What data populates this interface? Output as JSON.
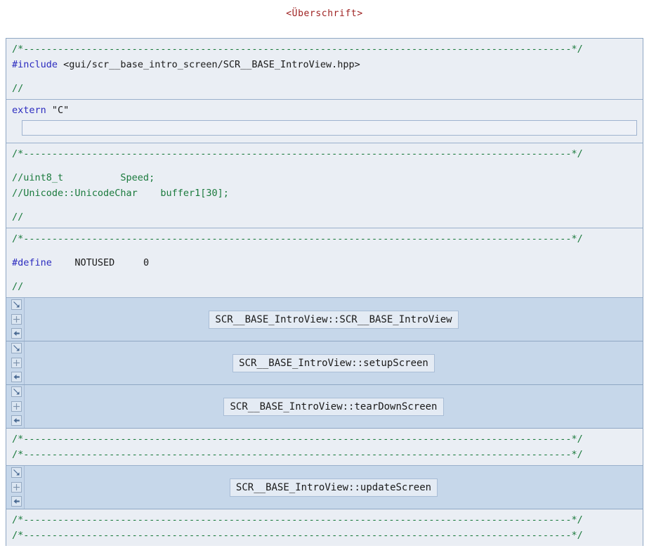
{
  "page": {
    "title": "<Überschrift>",
    "title_color": "#9e2020"
  },
  "theme": {
    "code_background": "#eaeef4",
    "function_background": "#c6d7ea",
    "border": "#8fa7c4",
    "comment_color": "#1a7a3c",
    "keyword_color": "#2b2bbf",
    "string_color": "#26409a"
  },
  "separator": {
    "open": "/*",
    "dashes": "------------------------------------------------------------------------------------------------",
    "close": "*/"
  },
  "sections": [
    {
      "kind": "code",
      "name": "include-section",
      "lines": [
        {
          "type": "separator"
        },
        {
          "type": "code",
          "keyword": "#include",
          "rest": " <gui/scr__base_intro_screen/SCR__BASE_IntroView.hpp>"
        },
        {
          "type": "blank"
        },
        {
          "type": "comment",
          "text": "//"
        }
      ]
    },
    {
      "kind": "code",
      "name": "extern-c-section",
      "lines": [
        {
          "type": "code",
          "keyword": "extern",
          "rest": " \"C\""
        },
        {
          "type": "input",
          "value": "",
          "placeholder": ""
        }
      ]
    },
    {
      "kind": "code",
      "name": "variables-section",
      "lines": [
        {
          "type": "separator"
        },
        {
          "type": "blank"
        },
        {
          "type": "comment",
          "text": "//uint8_t          Speed;"
        },
        {
          "type": "comment",
          "text": "//Unicode::UnicodeChar    buffer1[30];"
        },
        {
          "type": "blank"
        },
        {
          "type": "comment",
          "text": "//"
        }
      ]
    },
    {
      "kind": "code",
      "name": "define-section",
      "lines": [
        {
          "type": "separator"
        },
        {
          "type": "blank"
        },
        {
          "type": "code",
          "keyword": "#define",
          "rest": "    NOTUSED     0"
        },
        {
          "type": "blank"
        },
        {
          "type": "comment",
          "text": "//"
        }
      ]
    },
    {
      "kind": "function",
      "name": "function-constructor",
      "label": "SCR__BASE_IntroView::SCR__BASE_IntroView"
    },
    {
      "kind": "function",
      "name": "function-setup-screen",
      "label": "SCR__BASE_IntroView::setupScreen"
    },
    {
      "kind": "function",
      "name": "function-tear-down-screen",
      "label": "SCR__BASE_IntroView::tearDownScreen"
    },
    {
      "kind": "code",
      "name": "separator-section-1",
      "lines": [
        {
          "type": "separator"
        },
        {
          "type": "separator"
        }
      ]
    },
    {
      "kind": "function",
      "name": "function-update-screen",
      "label": "SCR__BASE_IntroView::updateScreen"
    },
    {
      "kind": "code",
      "name": "separator-section-2",
      "lines": [
        {
          "type": "separator"
        },
        {
          "type": "separator"
        }
      ]
    }
  ],
  "gutter_buttons": [
    {
      "icon": "arrow-down-right-icon",
      "title": "expand"
    },
    {
      "icon": "plus-icon",
      "title": "add"
    },
    {
      "icon": "arrow-left-icon",
      "title": "back"
    }
  ]
}
